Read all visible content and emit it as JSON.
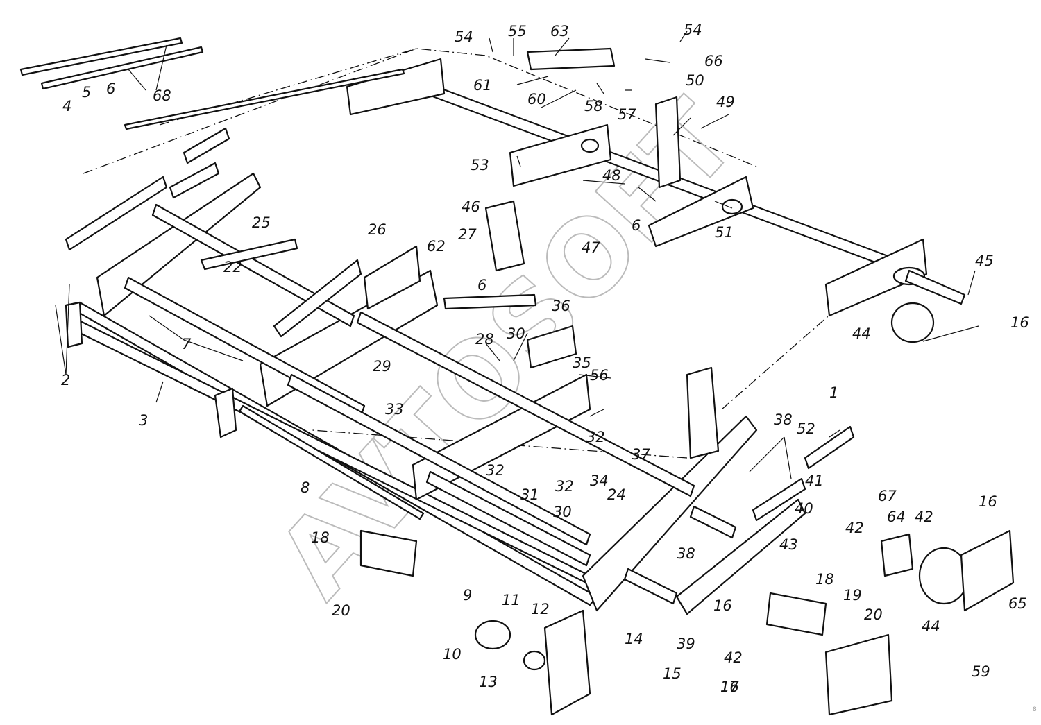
{
  "watermark": "AVTOSOFT",
  "corner_mark": "8",
  "callouts": [
    "1",
    "2",
    "3",
    "4",
    "5",
    "6",
    "6",
    "6",
    "7",
    "8",
    "9",
    "10",
    "11",
    "12",
    "13",
    "14",
    "15",
    "16",
    "16",
    "16",
    "16",
    "17",
    "18",
    "18",
    "19",
    "20",
    "20",
    "22",
    "24",
    "25",
    "26",
    "27",
    "28",
    "29",
    "30",
    "30",
    "31",
    "32",
    "32",
    "32",
    "33",
    "34",
    "35",
    "36",
    "37",
    "38",
    "38",
    "39",
    "40",
    "41",
    "42",
    "42",
    "42",
    "43",
    "44",
    "44",
    "45",
    "46",
    "47",
    "48",
    "49",
    "50",
    "51",
    "52",
    "53",
    "54",
    "54",
    "55",
    "56",
    "57",
    "58",
    "59",
    "60",
    "61",
    "62",
    "63",
    "64",
    "65",
    "66",
    "67",
    "68"
  ]
}
